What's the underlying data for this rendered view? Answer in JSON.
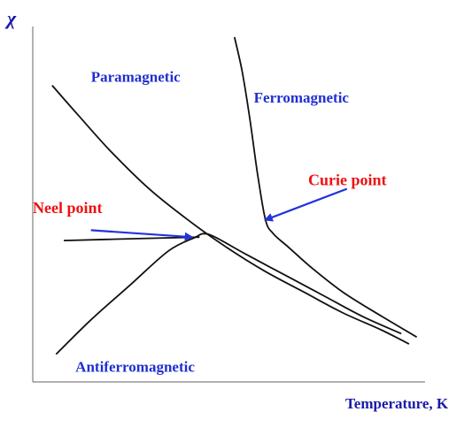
{
  "chart_data": {
    "type": "line",
    "xlabel": "Temperature, K",
    "ylabel": "χ",
    "grid": false,
    "legend": "none",
    "series": [
      {
        "name": "Paramagnetic",
        "x": [
          0.05,
          0.12,
          0.2,
          0.3,
          0.4,
          0.5,
          0.6,
          0.7,
          0.8,
          0.9,
          0.97
        ],
        "y": [
          0.86,
          0.77,
          0.67,
          0.56,
          0.47,
          0.39,
          0.32,
          0.26,
          0.2,
          0.15,
          0.11
        ]
      },
      {
        "name": "Ferromagnetic",
        "x": [
          0.52,
          0.54,
          0.56,
          0.58,
          0.6,
          0.62,
          0.66,
          0.72,
          0.8,
          0.9,
          0.99
        ],
        "y": [
          1.0,
          0.9,
          0.76,
          0.6,
          0.47,
          0.43,
          0.39,
          0.33,
          0.26,
          0.19,
          0.13
        ]
      },
      {
        "name": "Antiferromagnetic",
        "x": [
          0.06,
          0.15,
          0.25,
          0.35,
          0.42,
          0.44,
          0.47,
          0.55,
          0.65,
          0.75,
          0.85,
          0.95
        ],
        "y": [
          0.08,
          0.18,
          0.28,
          0.38,
          0.42,
          0.43,
          0.42,
          0.37,
          0.31,
          0.25,
          0.19,
          0.14
        ]
      },
      {
        "name": "",
        "x": [
          0.08,
          0.25,
          0.43
        ],
        "y": [
          0.41,
          0.415,
          0.42
        ]
      }
    ],
    "annotations": [
      {
        "label": "Paramagnetic",
        "at": [
          0.15,
          0.87
        ],
        "color": "#1f2fd0"
      },
      {
        "label": "Ferromagnetic",
        "at": [
          0.57,
          0.81
        ],
        "color": "#1f2fd0"
      },
      {
        "label": "Antiferromagnetic",
        "at": [
          0.11,
          0.03
        ],
        "color": "#1f2fd0"
      },
      {
        "label": "Curie point",
        "at": [
          0.71,
          0.57
        ],
        "color": "#ee1111",
        "arrow_from": [
          0.81,
          0.56
        ],
        "arrow_to": [
          0.6,
          0.47
        ]
      },
      {
        "label": "Neel point",
        "at": [
          0.0,
          0.49
        ],
        "color": "#ee1111",
        "arrow_from": [
          0.15,
          0.44
        ],
        "arrow_to": [
          0.41,
          0.42
        ]
      }
    ],
    "axis_color": "#808080",
    "curve_color": "#111111",
    "arrow_color": "#2233dd"
  }
}
